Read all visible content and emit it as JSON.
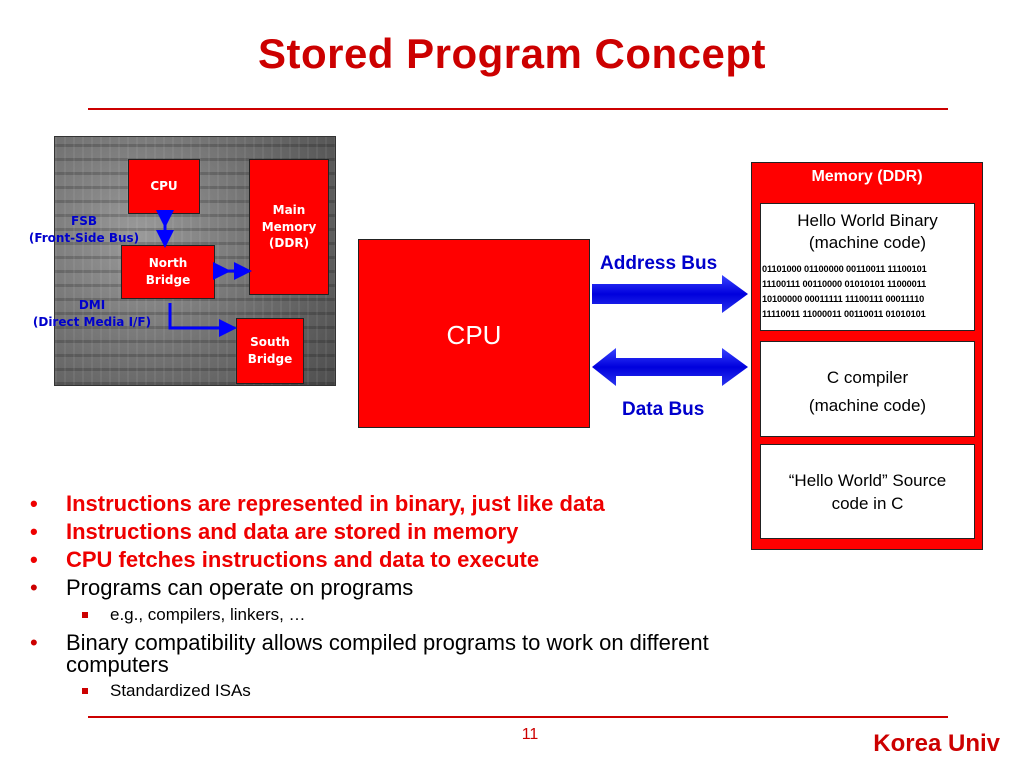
{
  "title": "Stored Program Concept",
  "board": {
    "cpu": "CPU",
    "main_memory": [
      "Main",
      "Memory",
      "(DDR)"
    ],
    "north_bridge": [
      "North",
      "Bridge"
    ],
    "south_bridge": [
      "South",
      "Bridge"
    ],
    "fsb": [
      "FSB",
      "(Front-Side Bus)"
    ],
    "dmi": [
      "DMI",
      "(Direct Media I/F)"
    ]
  },
  "diagram": {
    "cpu": "CPU",
    "address_bus": "Address Bus",
    "data_bus": "Data Bus",
    "memory_title": "Memory (DDR)",
    "binary_box": {
      "heading": [
        "Hello World Binary",
        "(machine code)"
      ],
      "lines": [
        "01101000 01100000 00110011 11100101",
        "11100111 00110000 01010101 11000011",
        "10100000 00011111 11100111 00011110",
        "11110011 11000011 00110011 01010101"
      ]
    },
    "compiler_box": [
      "C compiler",
      "(machine code)"
    ],
    "source_box": [
      "“Hello World” Source",
      "code in C"
    ]
  },
  "bullets": {
    "b1": "Instructions are represented in binary, just like data",
    "b2": "Instructions and data are stored in memory",
    "b3": "CPU fetches instructions and data to execute",
    "b4": "Programs can operate on programs",
    "b4_sub": "e.g., compilers, linkers, …",
    "b5": "Binary compatibility allows compiled programs to work on different computers",
    "b5_sub": "Standardized ISAs",
    "bullet_char": "•"
  },
  "page_number": "11",
  "footer": "Korea Univ",
  "colors": {
    "accent": "#cc0000",
    "chip": "#ff0000",
    "bus": "#0000cc"
  }
}
